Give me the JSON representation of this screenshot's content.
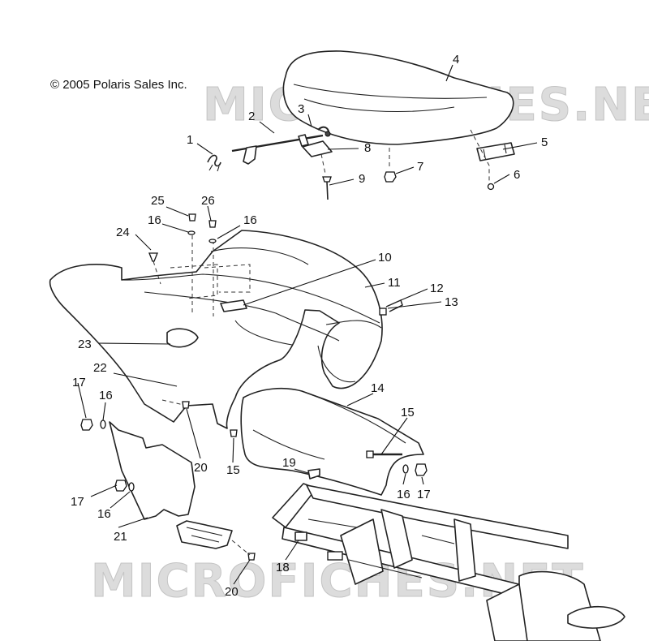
{
  "copyright": "© 2005 Polaris Sales Inc.",
  "watermark": "MICROFICHES.NET",
  "callouts": [
    "1",
    "2",
    "3",
    "4",
    "5",
    "6",
    "7",
    "8",
    "9",
    "10",
    "11",
    "12",
    "13",
    "14",
    "15",
    "16",
    "17",
    "18",
    "19",
    "20",
    "21",
    "22",
    "23",
    "24",
    "25",
    "26"
  ]
}
